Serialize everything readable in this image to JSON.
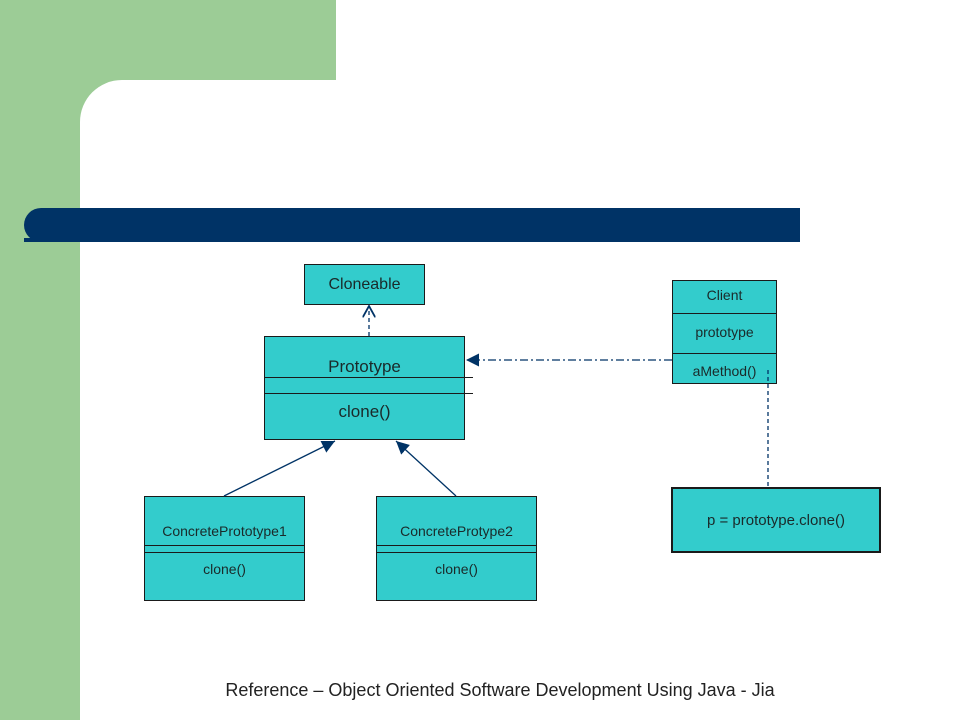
{
  "diagram": {
    "cloneable": {
      "name": "Cloneable"
    },
    "prototype": {
      "name": "Prototype",
      "method": "clone()"
    },
    "client": {
      "name": "Client",
      "attribute": "prototype",
      "method": "aMethod()"
    },
    "concrete1": {
      "name": "ConcretePrototype1",
      "method": "clone()"
    },
    "concrete2": {
      "name": "ConcreteProtype2",
      "method": "clone()"
    },
    "note": {
      "text": "p = prototype.clone()"
    }
  },
  "footer": {
    "reference": "Reference – Object Oriented Software Development Using Java - Jia"
  },
  "colors": {
    "green": "#9ccc96",
    "navy": "#003366",
    "box": "#33cccc"
  }
}
